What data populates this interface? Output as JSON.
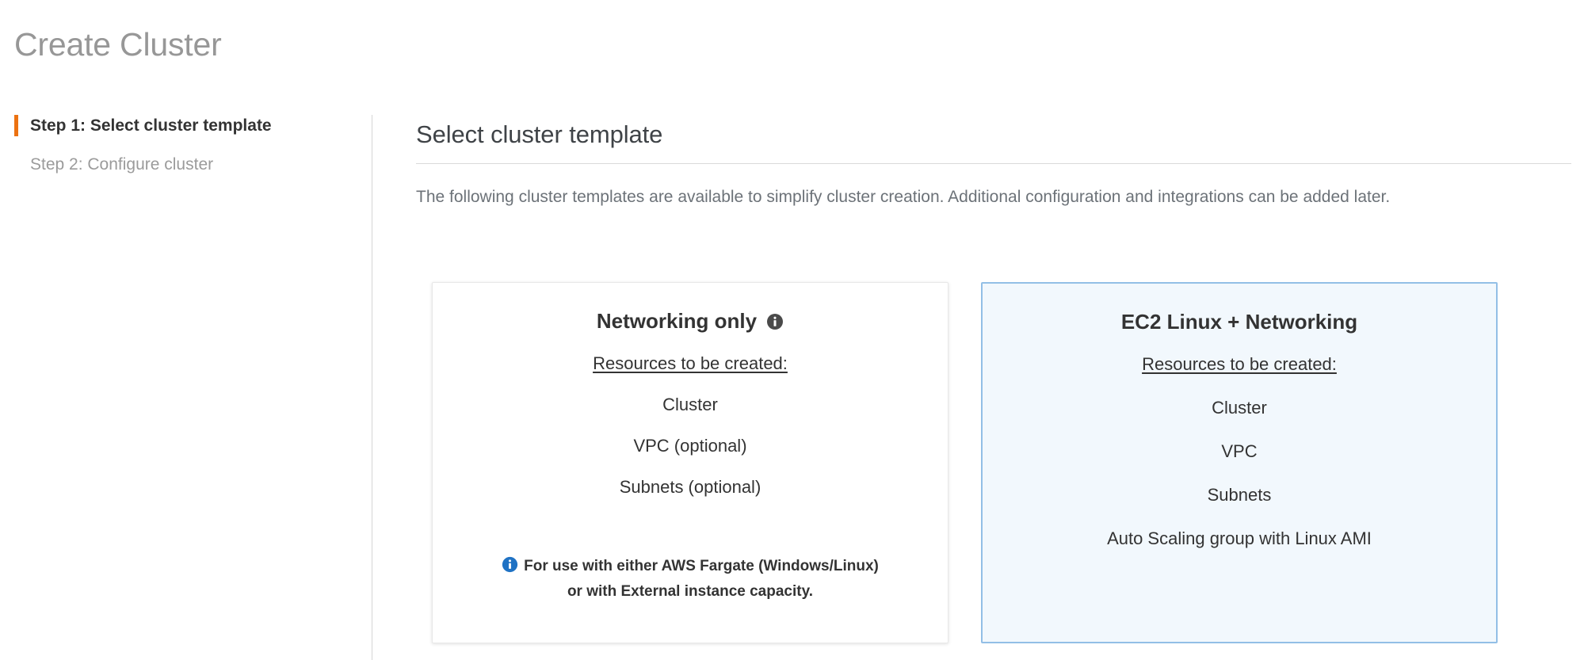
{
  "header": {
    "title": "Create Cluster"
  },
  "sidebar": {
    "steps": [
      {
        "label": "Step 1: Select cluster template",
        "state": "active"
      },
      {
        "label": "Step 2: Configure cluster",
        "state": "inactive"
      }
    ]
  },
  "main": {
    "heading": "Select cluster template",
    "description": "The following cluster templates are available to simplify cluster creation. Additional configuration and integrations can be added later."
  },
  "templates": [
    {
      "id": "networking-only",
      "title": "Networking only",
      "has_title_info_icon": true,
      "title_info_icon": "info-icon",
      "selected": false,
      "resources_label": "Resources to be created:",
      "resources": [
        "Cluster",
        "VPC (optional)",
        "Subnets (optional)"
      ],
      "note_icon": "info-icon",
      "note_line_1": "For use with either AWS Fargate (Windows/Linux)",
      "note_line_2": "or with External instance capacity."
    },
    {
      "id": "ec2-linux-networking",
      "title": "EC2 Linux + Networking",
      "has_title_info_icon": false,
      "selected": true,
      "resources_label": "Resources to be created:",
      "resources": [
        "Cluster",
        "VPC",
        "Subnets",
        "Auto Scaling group with Linux AMI"
      ]
    }
  ],
  "colors": {
    "accent_orange": "#ec7211",
    "selected_card_bg": "#f2f8fd",
    "selected_card_border": "#93bfe6",
    "info_blue": "#1f72c4",
    "info_dark": "#4a4a4a",
    "title_gray": "#979797",
    "body_gray": "#6c7278"
  }
}
